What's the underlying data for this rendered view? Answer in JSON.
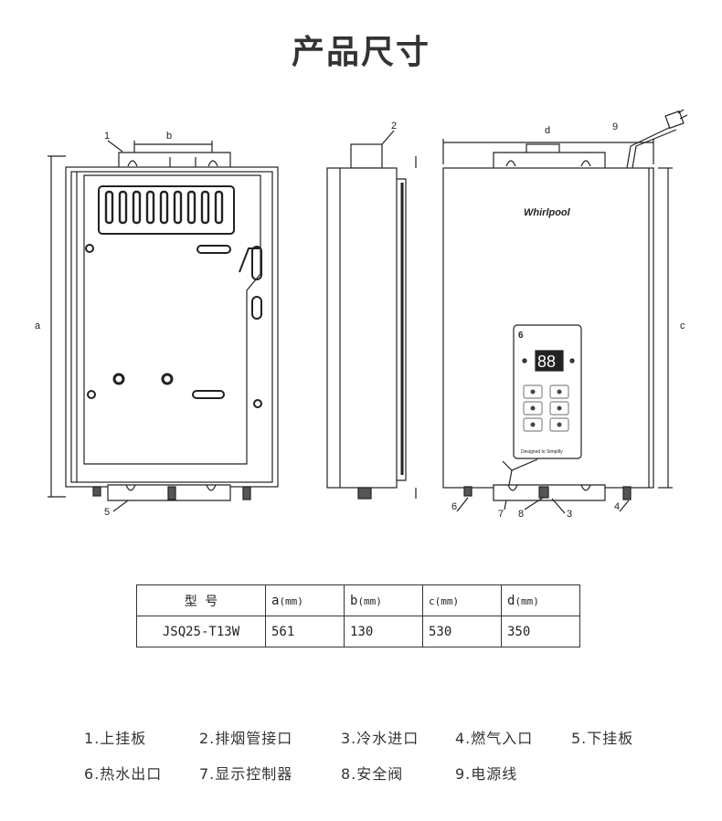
{
  "title": "产品尺寸",
  "brand_logo": "Whirlpool",
  "panel_tagline": "Designed to Simplify",
  "display_digits": "88",
  "dimension_letters": {
    "a": "a",
    "b": "b",
    "c": "c",
    "d": "d"
  },
  "callout_numbers": [
    "1",
    "2",
    "3",
    "4",
    "5",
    "6",
    "7",
    "8",
    "9"
  ],
  "spec_table": {
    "header": {
      "model": "型 号",
      "a": "a",
      "b": "b",
      "c": "c(mm)",
      "d": "d",
      "unit": "(mm)"
    },
    "row": {
      "model": "JSQ25-T13W",
      "a": "561",
      "b": "130",
      "c": "530",
      "d": "350"
    }
  },
  "legend": [
    "1.上挂板",
    "2.排烟管接口",
    "3.冷水进口",
    "4.燃气入口",
    "5.下挂板",
    "6.热水出口",
    "7.显示控制器",
    "8.安全阀",
    "9.电源线"
  ]
}
